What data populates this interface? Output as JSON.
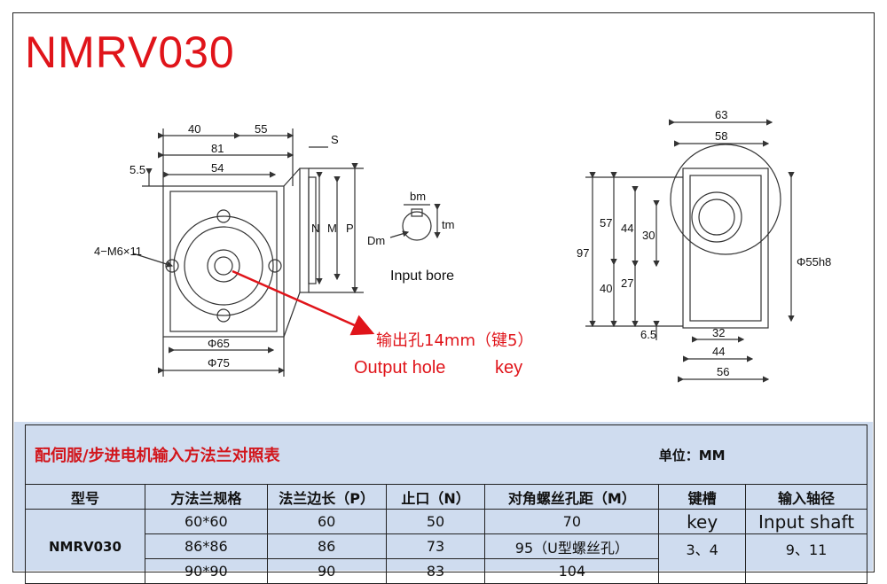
{
  "title": "NMRV030",
  "drawing": {
    "left_dims": {
      "d40": "40",
      "d55": "55",
      "d81": "81",
      "d54": "54",
      "d55v": "5.5",
      "s": "S",
      "n": "N",
      "m": "M",
      "p": "P",
      "bolt": "4−M6×11",
      "phi65": "Φ65",
      "phi75": "Φ75"
    },
    "bore": {
      "bm": "bm",
      "tm": "tm",
      "dm": "Dm",
      "caption": "Input bore"
    },
    "output": {
      "cn": "输出孔14mm（键5）",
      "en_hole": "Output hole",
      "en_key": "key"
    },
    "right_dims": {
      "d63": "63",
      "d58": "58",
      "d97": "97",
      "d57": "57",
      "d44v": "44",
      "d30": "30",
      "d40v": "40",
      "d27": "27",
      "d65": "6.5",
      "d32": "32",
      "d44h": "44",
      "d56": "56",
      "phi55": "Φ55h8"
    }
  },
  "table": {
    "title": "配伺服/步进电机输入方法兰对照表",
    "unit": "单位：MM",
    "headers": [
      "型号",
      "方法兰规格",
      "法兰边长（P）",
      "止口（N）",
      "对角螺丝孔距（M）",
      "键槽",
      "输入轴径"
    ],
    "model": "NMRV030",
    "rows": [
      {
        "spec": "60*60",
        "p": "60",
        "n": "50",
        "m": "70"
      },
      {
        "spec": "86*86",
        "p": "86",
        "n": "73",
        "m": "95（U型螺丝孔）"
      },
      {
        "spec": "90*90",
        "p": "90",
        "n": "83",
        "m": "104"
      }
    ],
    "key_top": "key",
    "key_vals": "3、4",
    "shaft_top": "Input shaft",
    "shaft_vals": "9、11"
  },
  "colors": {
    "accent_red": "#e0141a",
    "table_bg": "#cfdcef"
  }
}
